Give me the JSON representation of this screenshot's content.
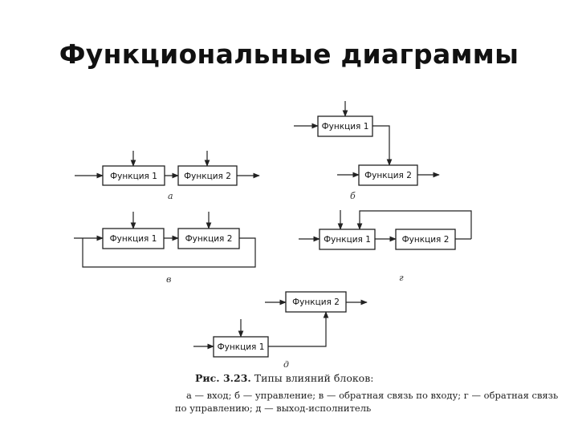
{
  "title": "Функциональные диаграммы",
  "blocks": {
    "f1": "Функция 1",
    "f2": "Функция 2"
  },
  "sublabels": [
    "а",
    "б",
    "в",
    "г",
    "д"
  ],
  "caption": {
    "figure_number": "Рис. 3.23.",
    "figure_title": "Типы влияний блоков:",
    "line2": "а — вход; б — управление; в — обратная связь по входу; г — обратная связь",
    "line3": "по управлению; д — выход-исполнитель"
  }
}
